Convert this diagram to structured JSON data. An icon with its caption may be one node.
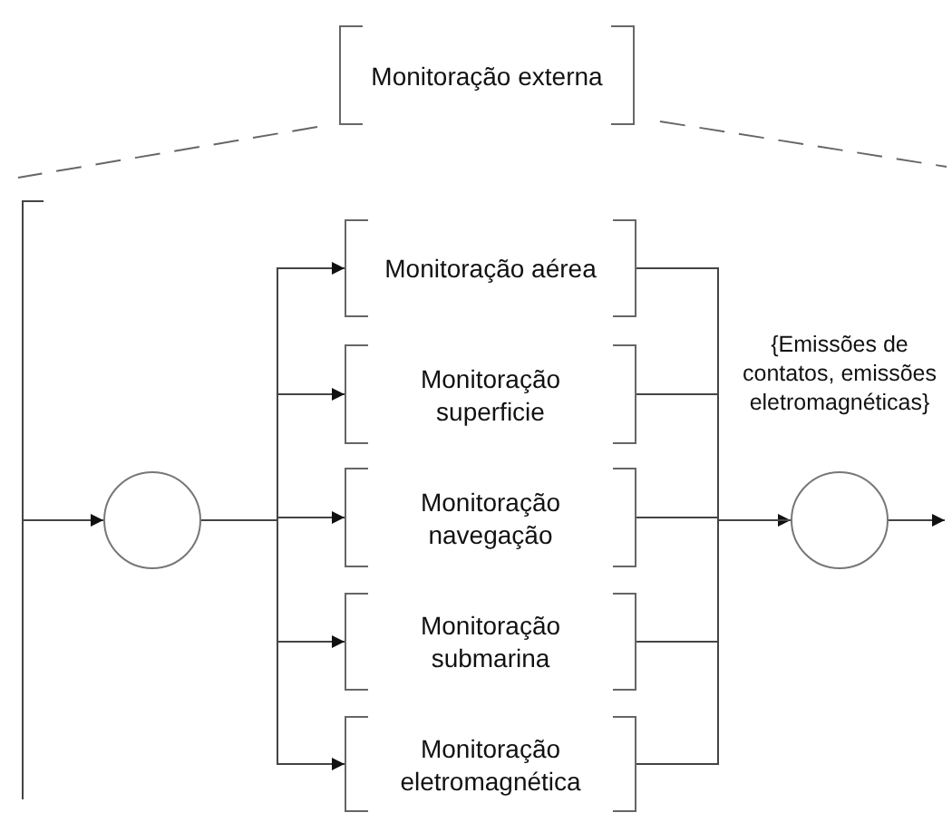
{
  "diagram": {
    "nodes": [
      {
        "text": [
          "Monitoração externa"
        ]
      },
      {
        "text": [],
        "shape": "circle"
      },
      {
        "text": [
          "Monitoração aérea"
        ]
      },
      {
        "text": [
          "Monitoração superficie"
        ]
      },
      {
        "text": [
          "Monitoração navegação"
        ]
      },
      {
        "text": [
          "Monitoração submarina"
        ]
      },
      {
        "text": [
          "Monitoração eletromagnética"
        ]
      },
      {
        "text": [],
        "shape": "circle",
        "beside": [
          "{Emissões de contatos, emissões eletromagnéticas}"
        ]
      },
      {
        "text": [],
        "shape": "bar"
      }
    ],
    "edges": [
      {
        "from": 8,
        "to": 1,
        "arrow": "to"
      },
      {
        "from": 1,
        "to": 2,
        "arrow": "to"
      },
      {
        "from": 1,
        "to": 3,
        "arrow": "to"
      },
      {
        "from": 1,
        "to": 4,
        "arrow": "to"
      },
      {
        "from": 1,
        "to": 5,
        "arrow": "to"
      },
      {
        "from": 1,
        "to": 6,
        "arrow": "to"
      },
      {
        "from": 2,
        "to": 7,
        "arrow": "none"
      },
      {
        "from": 3,
        "to": 7,
        "arrow": "none"
      },
      {
        "from": 4,
        "to": 7,
        "arrow": "to"
      },
      {
        "from": 5,
        "to": 7,
        "arrow": "none"
      },
      {
        "from": 6,
        "to": 7,
        "arrow": "none"
      },
      {
        "from": 7,
        "to": null,
        "arrow": "to"
      }
    ]
  }
}
